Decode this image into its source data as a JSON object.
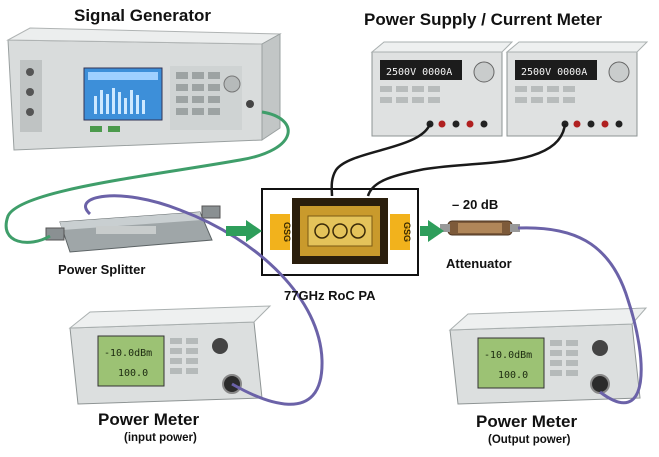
{
  "labels": {
    "signal_generator": "Signal Generator",
    "power_supply": "Power Supply / Current Meter",
    "power_splitter": "Power Splitter",
    "pa": "77GHz RoC PA",
    "attenuation": "– 20 dB",
    "attenuator": "Attenuator",
    "pm_left_title": "Power Meter",
    "pm_left_sub": "(input power)",
    "pm_right_title": "Power Meter",
    "pm_right_sub": "(Output power)"
  },
  "displays": {
    "psu_left": "2500V 0000A",
    "psu_right": "2500V 0000A",
    "pm_left_line1": "-10.0dBm",
    "pm_left_line2": "100.0",
    "pm_right_line1": "-10.0dBm",
    "pm_right_line2": "100.0"
  },
  "pad_labels": {
    "left": "GSG",
    "right": "GSG"
  },
  "colors": {
    "cable_green": "#3f9e6a",
    "cable_purple": "#6b62a8",
    "cable_black": "#1a1a1a",
    "arrow_green": "#2e9e5b",
    "pad_yellow": "#f2b21c"
  }
}
